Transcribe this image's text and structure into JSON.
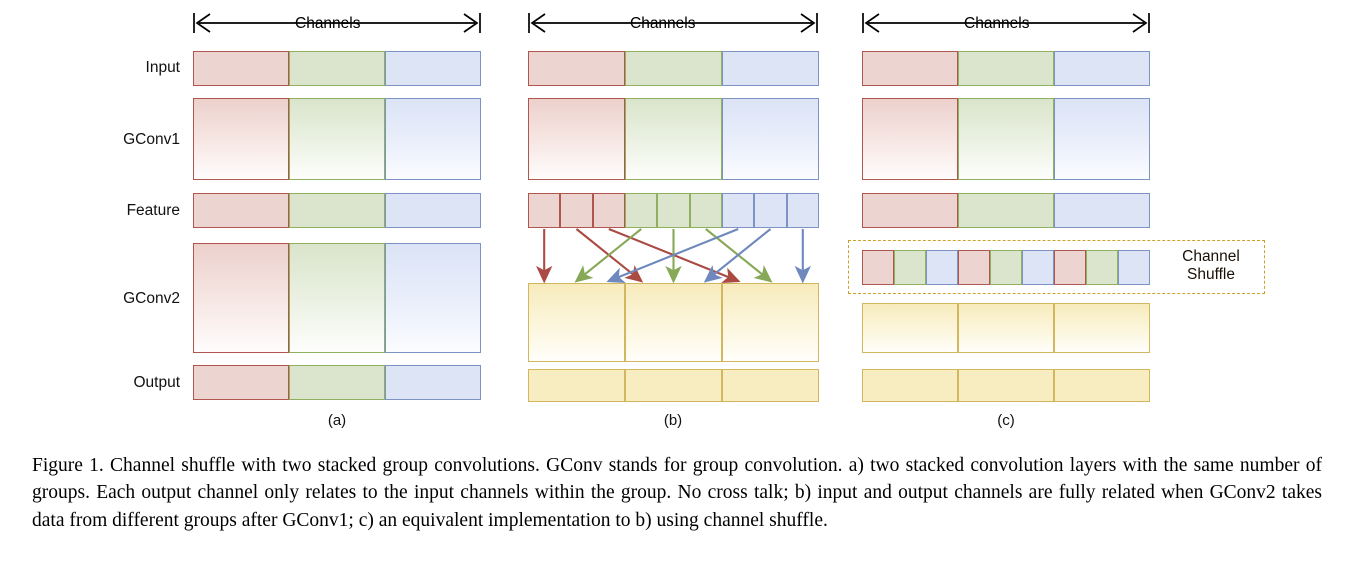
{
  "figure": {
    "axis_label": "Channels",
    "row_labels": [
      "Input",
      "GConv1",
      "Feature",
      "GConv2",
      "Output"
    ],
    "panel_labels": [
      "(a)",
      "(b)",
      "(c)"
    ],
    "shuffle_box_label_line1": "Channel",
    "shuffle_box_label_line2": "Shuffle",
    "group_count": 3,
    "channels_per_group": 3,
    "colors": {
      "red_fill": "#ecd4d1",
      "red_border": "#b0564e",
      "green_fill": "#dbe5cd",
      "green_border": "#8fb05e",
      "blue_fill": "#dde4f6",
      "blue_border": "#7d93c3",
      "yellow_fill": "#f8edc0",
      "yellow_border": "#d3b75e",
      "dashed_border": "#cfa227",
      "background": "#ffffff"
    },
    "panel_a": {
      "input_groups": [
        "red",
        "green",
        "blue"
      ],
      "gconv1_groups": [
        "red",
        "green",
        "blue"
      ],
      "feature_groups": [
        "red",
        "green",
        "blue"
      ],
      "gconv2_groups": [
        "red",
        "green",
        "blue"
      ],
      "output_groups": [
        "red",
        "green",
        "blue"
      ]
    },
    "panel_b": {
      "input_groups": [
        "red",
        "green",
        "blue"
      ],
      "gconv1_groups": [
        "red",
        "green",
        "blue"
      ],
      "feature_cells": [
        "red",
        "red",
        "red",
        "green",
        "green",
        "green",
        "blue",
        "blue",
        "blue"
      ],
      "gconv2_groups": [
        "yellow",
        "yellow",
        "yellow"
      ],
      "output_groups": [
        "yellow",
        "yellow",
        "yellow"
      ],
      "arrow_sources": [
        0,
        1,
        2,
        3,
        4,
        5,
        6,
        7,
        8
      ],
      "arrow_targets": [
        0,
        3,
        6,
        1,
        4,
        7,
        2,
        5,
        8
      ],
      "arrow_colors": [
        "red",
        "red",
        "red",
        "green",
        "green",
        "green",
        "blue",
        "blue",
        "blue"
      ]
    },
    "panel_c": {
      "input_groups": [
        "red",
        "green",
        "blue"
      ],
      "gconv1_groups": [
        "red",
        "green",
        "blue"
      ],
      "feature_groups": [
        "red",
        "green",
        "blue"
      ],
      "shuffled_cells": [
        "red",
        "green",
        "blue",
        "red",
        "green",
        "blue",
        "red",
        "green",
        "blue"
      ],
      "gconv2_groups": [
        "yellow",
        "yellow",
        "yellow"
      ],
      "output_groups": [
        "yellow",
        "yellow",
        "yellow"
      ]
    }
  },
  "caption": "Figure 1. Channel shuffle with two stacked group convolutions. GConv stands for group convolution. a) two stacked convolution layers with the same number of groups. Each output channel only relates to the input channels within the group. No cross talk; b) input and output channels are fully related when GConv2 takes data from different groups after GConv1; c) an equivalent implementation to b) using channel shuffle."
}
